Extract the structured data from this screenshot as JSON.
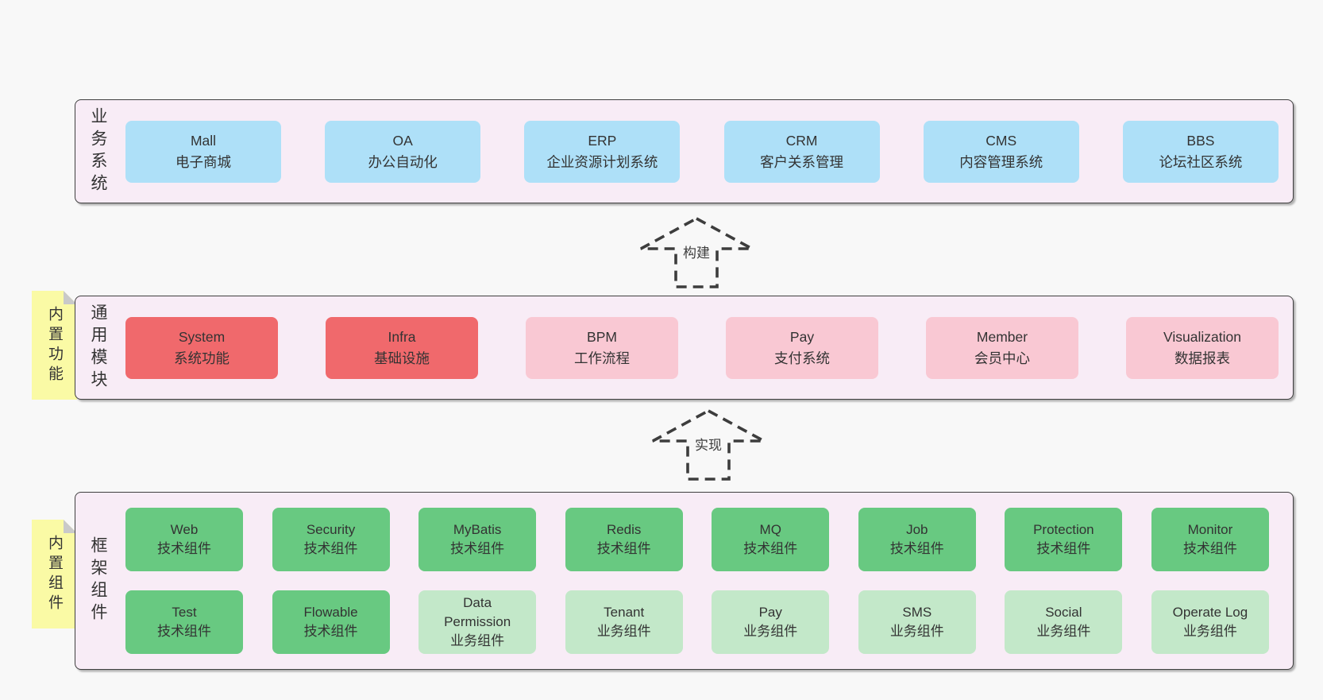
{
  "business_layer": {
    "label": "业务系统",
    "boxes": [
      {
        "name": "Mall",
        "desc": "电子商城"
      },
      {
        "name": "OA",
        "desc": "办公自动化"
      },
      {
        "name": "ERP",
        "desc": "企业资源计划系统"
      },
      {
        "name": "CRM",
        "desc": "客户关系管理"
      },
      {
        "name": "CMS",
        "desc": "内容管理系统"
      },
      {
        "name": "BBS",
        "desc": "论坛社区系统"
      }
    ]
  },
  "arrows": [
    {
      "label": "构建"
    },
    {
      "label": "实现"
    }
  ],
  "common_layer": {
    "label": "通用模块",
    "note": "内置功能",
    "boxes": [
      {
        "name": "System",
        "desc": "系统功能",
        "variant": "strong"
      },
      {
        "name": "Infra",
        "desc": "基础设施",
        "variant": "strong"
      },
      {
        "name": "BPM",
        "desc": "工作流程",
        "variant": "light"
      },
      {
        "name": "Pay",
        "desc": "支付系统",
        "variant": "light"
      },
      {
        "name": "Member",
        "desc": "会员中心",
        "variant": "light"
      },
      {
        "name": "Visualization",
        "desc": "数据报表",
        "variant": "light"
      }
    ]
  },
  "framework_layer": {
    "label": "框架组件",
    "note": "内置组件",
    "row1": [
      {
        "name": "Web",
        "desc": "技术组件",
        "variant": "strong"
      },
      {
        "name": "Security",
        "desc": "技术组件",
        "variant": "strong"
      },
      {
        "name": "MyBatis",
        "desc": "技术组件",
        "variant": "strong"
      },
      {
        "name": "Redis",
        "desc": "技术组件",
        "variant": "strong"
      },
      {
        "name": "MQ",
        "desc": "技术组件",
        "variant": "strong"
      },
      {
        "name": "Job",
        "desc": "技术组件",
        "variant": "strong"
      },
      {
        "name": "Protection",
        "desc": "技术组件",
        "variant": "strong"
      },
      {
        "name": "Monitor",
        "desc": "技术组件",
        "variant": "strong"
      }
    ],
    "row2": [
      {
        "name": "Test",
        "desc": "技术组件",
        "variant": "strong"
      },
      {
        "name": "Flowable",
        "desc": "技术组件",
        "variant": "strong"
      },
      {
        "name": "Data Permission",
        "desc": "业务组件",
        "variant": "light"
      },
      {
        "name": "Tenant",
        "desc": "业务组件",
        "variant": "light"
      },
      {
        "name": "Pay",
        "desc": "业务组件",
        "variant": "light"
      },
      {
        "name": "SMS",
        "desc": "业务组件",
        "variant": "light"
      },
      {
        "name": "Social",
        "desc": "业务组件",
        "variant": "light"
      },
      {
        "name": "Operate Log",
        "desc": "业务组件",
        "variant": "light"
      }
    ]
  },
  "colors": {
    "page_background": "#f8f8f8",
    "panel_background": "#f8ecf6",
    "panel_border": "#3f3f3f",
    "business_box_blue": "#aee0f8",
    "module_strong_red": "#f0696c",
    "module_light_pink": "#f9c8d3",
    "component_strong_green": "#68c981",
    "component_light_green": "#c3e8c9",
    "note_yellow": "#fafaa5",
    "note_fold_gray": "#c9c9c9",
    "text": "#333333",
    "arrow_stroke": "#3d3d3d"
  }
}
